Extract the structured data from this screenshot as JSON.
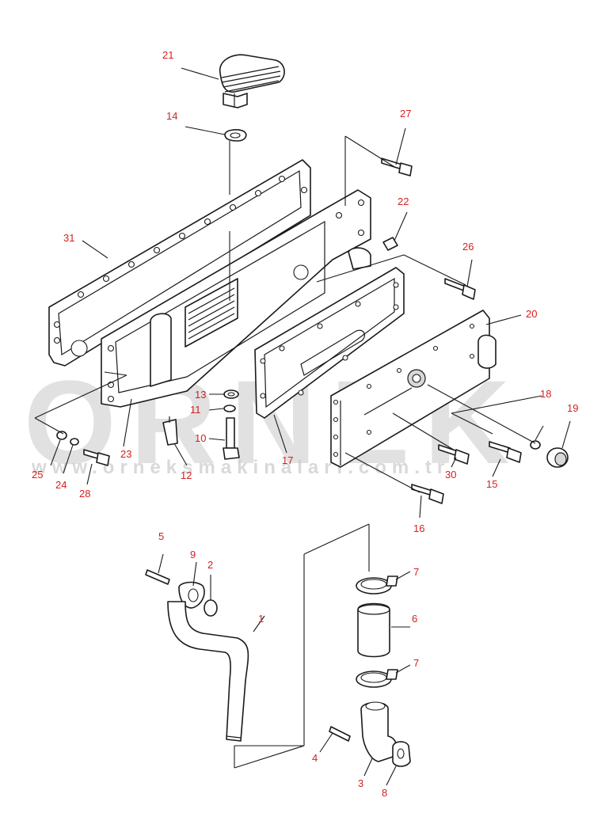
{
  "watermark": {
    "brand": "ORNEK",
    "url": "www.orneksmakinalari.com.tr",
    "color": "#c9c9c9"
  },
  "callout_color": "#d42020",
  "callouts": [
    {
      "id": "21",
      "label": "21"
    },
    {
      "id": "14",
      "label": "14"
    },
    {
      "id": "27",
      "label": "27"
    },
    {
      "id": "22",
      "label": "22"
    },
    {
      "id": "31",
      "label": "31"
    },
    {
      "id": "26",
      "label": "26"
    },
    {
      "id": "20",
      "label": "20"
    },
    {
      "id": "13",
      "label": "13"
    },
    {
      "id": "11",
      "label": "11"
    },
    {
      "id": "10",
      "label": "10"
    },
    {
      "id": "12",
      "label": "12"
    },
    {
      "id": "23",
      "label": "23"
    },
    {
      "id": "17",
      "label": "17"
    },
    {
      "id": "18",
      "label": "18"
    },
    {
      "id": "19",
      "label": "19"
    },
    {
      "id": "25",
      "label": "25"
    },
    {
      "id": "24",
      "label": "24"
    },
    {
      "id": "28",
      "label": "28"
    },
    {
      "id": "30",
      "label": "30"
    },
    {
      "id": "15",
      "label": "15"
    },
    {
      "id": "16",
      "label": "16"
    },
    {
      "id": "5",
      "label": "5"
    },
    {
      "id": "9",
      "label": "9"
    },
    {
      "id": "2",
      "label": "2"
    },
    {
      "id": "1",
      "label": "1"
    },
    {
      "id": "7a",
      "label": "7"
    },
    {
      "id": "6",
      "label": "6"
    },
    {
      "id": "7b",
      "label": "7"
    },
    {
      "id": "4",
      "label": "4"
    },
    {
      "id": "3",
      "label": "3"
    },
    {
      "id": "8",
      "label": "8"
    }
  ]
}
